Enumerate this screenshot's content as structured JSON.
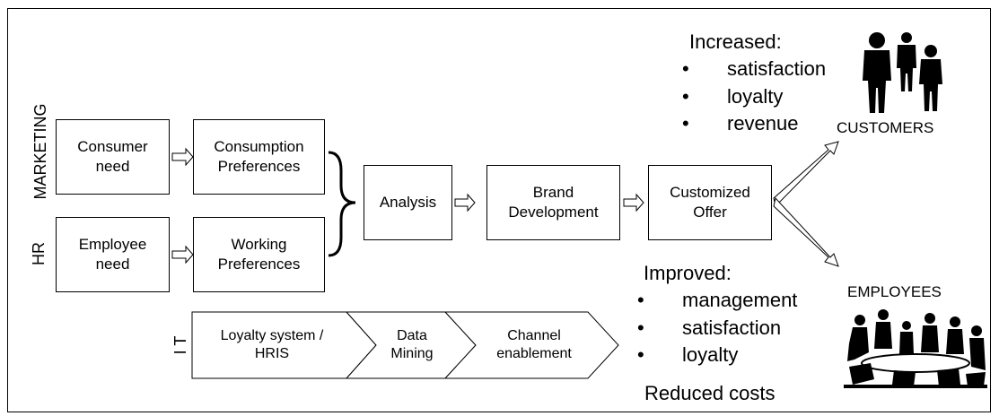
{
  "lanes": {
    "marketing": "MARKETING",
    "hr": "HR",
    "it": "I T"
  },
  "boxes": {
    "consumer_need": "Consumer\nneed",
    "consumption_preferences": "Consumption\nPreferences",
    "employee_need": "Employee\nneed",
    "working_preferences": "Working\nPreferences",
    "analysis": "Analysis",
    "brand_development": "Brand\nDevelopment",
    "customized_offer": "Customized\nOffer"
  },
  "it_chain": [
    "Loyalty system /\nHRIS",
    "Data\nMining",
    "Channel\nenablement"
  ],
  "customers": {
    "heading": "Increased:",
    "items": [
      "satisfaction",
      "loyalty",
      "revenue"
    ],
    "label": "CUSTOMERS",
    "icon": "people-icon"
  },
  "employees": {
    "heading": "Improved:",
    "items": [
      "management",
      "satisfaction",
      "loyalty"
    ],
    "footer": "Reduced costs",
    "label": "EMPLOYEES",
    "icon": "meeting-icon"
  }
}
